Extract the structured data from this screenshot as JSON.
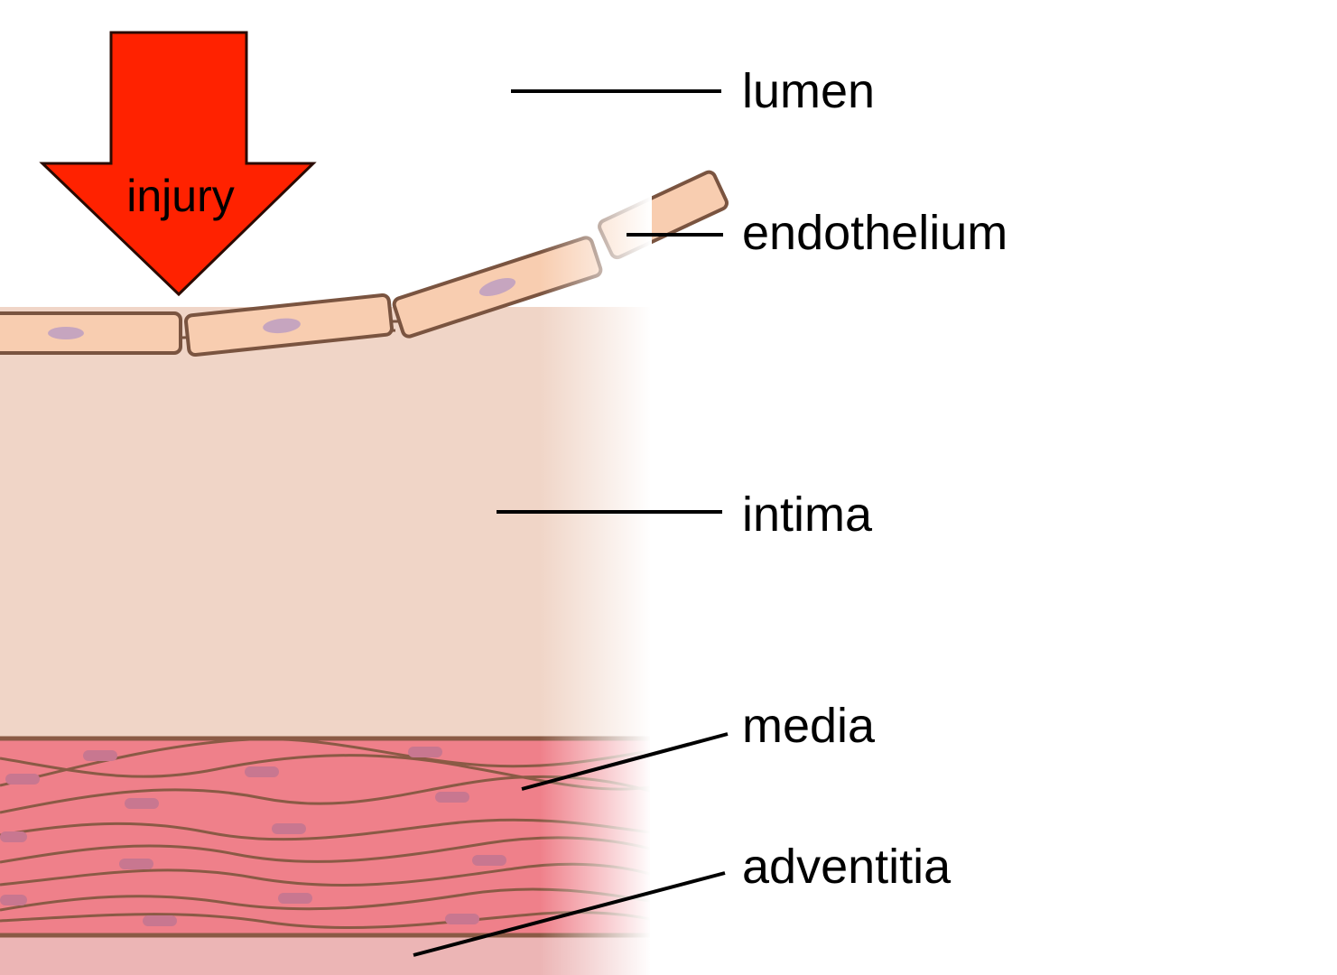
{
  "injury": {
    "label": "injury",
    "color": "#ff2200"
  },
  "labels": {
    "lumen": "lumen",
    "endothelium": "endothelium",
    "intima": "intima",
    "media": "media",
    "adventitia": "adventitia"
  },
  "colors": {
    "intima": "#f0d5c7",
    "endothelial_cell": "#f8cdb0",
    "cell_outline": "#7a5440",
    "nucleus": "#c6a5bf",
    "media": "#ef808a",
    "media_line": "#8a5a45",
    "muscle_nucleus": "#c87790",
    "adventitia": "#ecb5b5"
  }
}
